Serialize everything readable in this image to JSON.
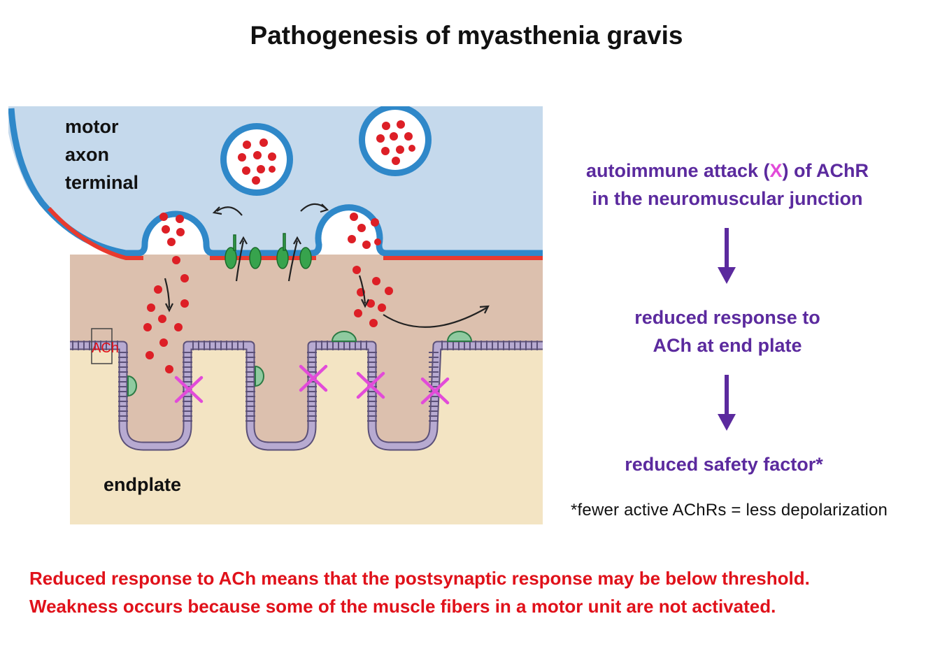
{
  "title": "Pathogenesis of myasthenia gravis",
  "diagram": {
    "labels": {
      "motor": "motor",
      "axon": "axon",
      "terminal": "terminal",
      "ach": "ACh",
      "endplate": "endplate"
    }
  },
  "flow": {
    "step1_part1": "autoimmune attack (",
    "step1_x": "X",
    "step1_part2": ") of AChR",
    "step1_line2": "in the neuromuscular junction",
    "step2_line1": "reduced response to",
    "step2_line2": "ACh at end plate",
    "step3": "reduced safety factor*",
    "footnote": "*fewer active AChRs = less depolarization"
  },
  "bottom_text": {
    "line1": "Reduced response to ACh means that the postsynaptic response may be below threshold.",
    "line2": "Weakness occurs because some of the muscle fibers in a motor unit are not activated."
  },
  "colors": {
    "axon_fill": "#c5d9ec",
    "cleft_fill": "#dcc0ae",
    "muscle_fill": "#f3e4c3",
    "membrane_blue": "#2f88c9",
    "presynaptic_red": "#e83a2e",
    "vesicle_dot": "#dd1f26",
    "receptor_purple": "#b7aad1",
    "attack_x": "#e24bd9",
    "flow_purple": "#5b2a9e",
    "bottom_red": "#e0111a"
  }
}
